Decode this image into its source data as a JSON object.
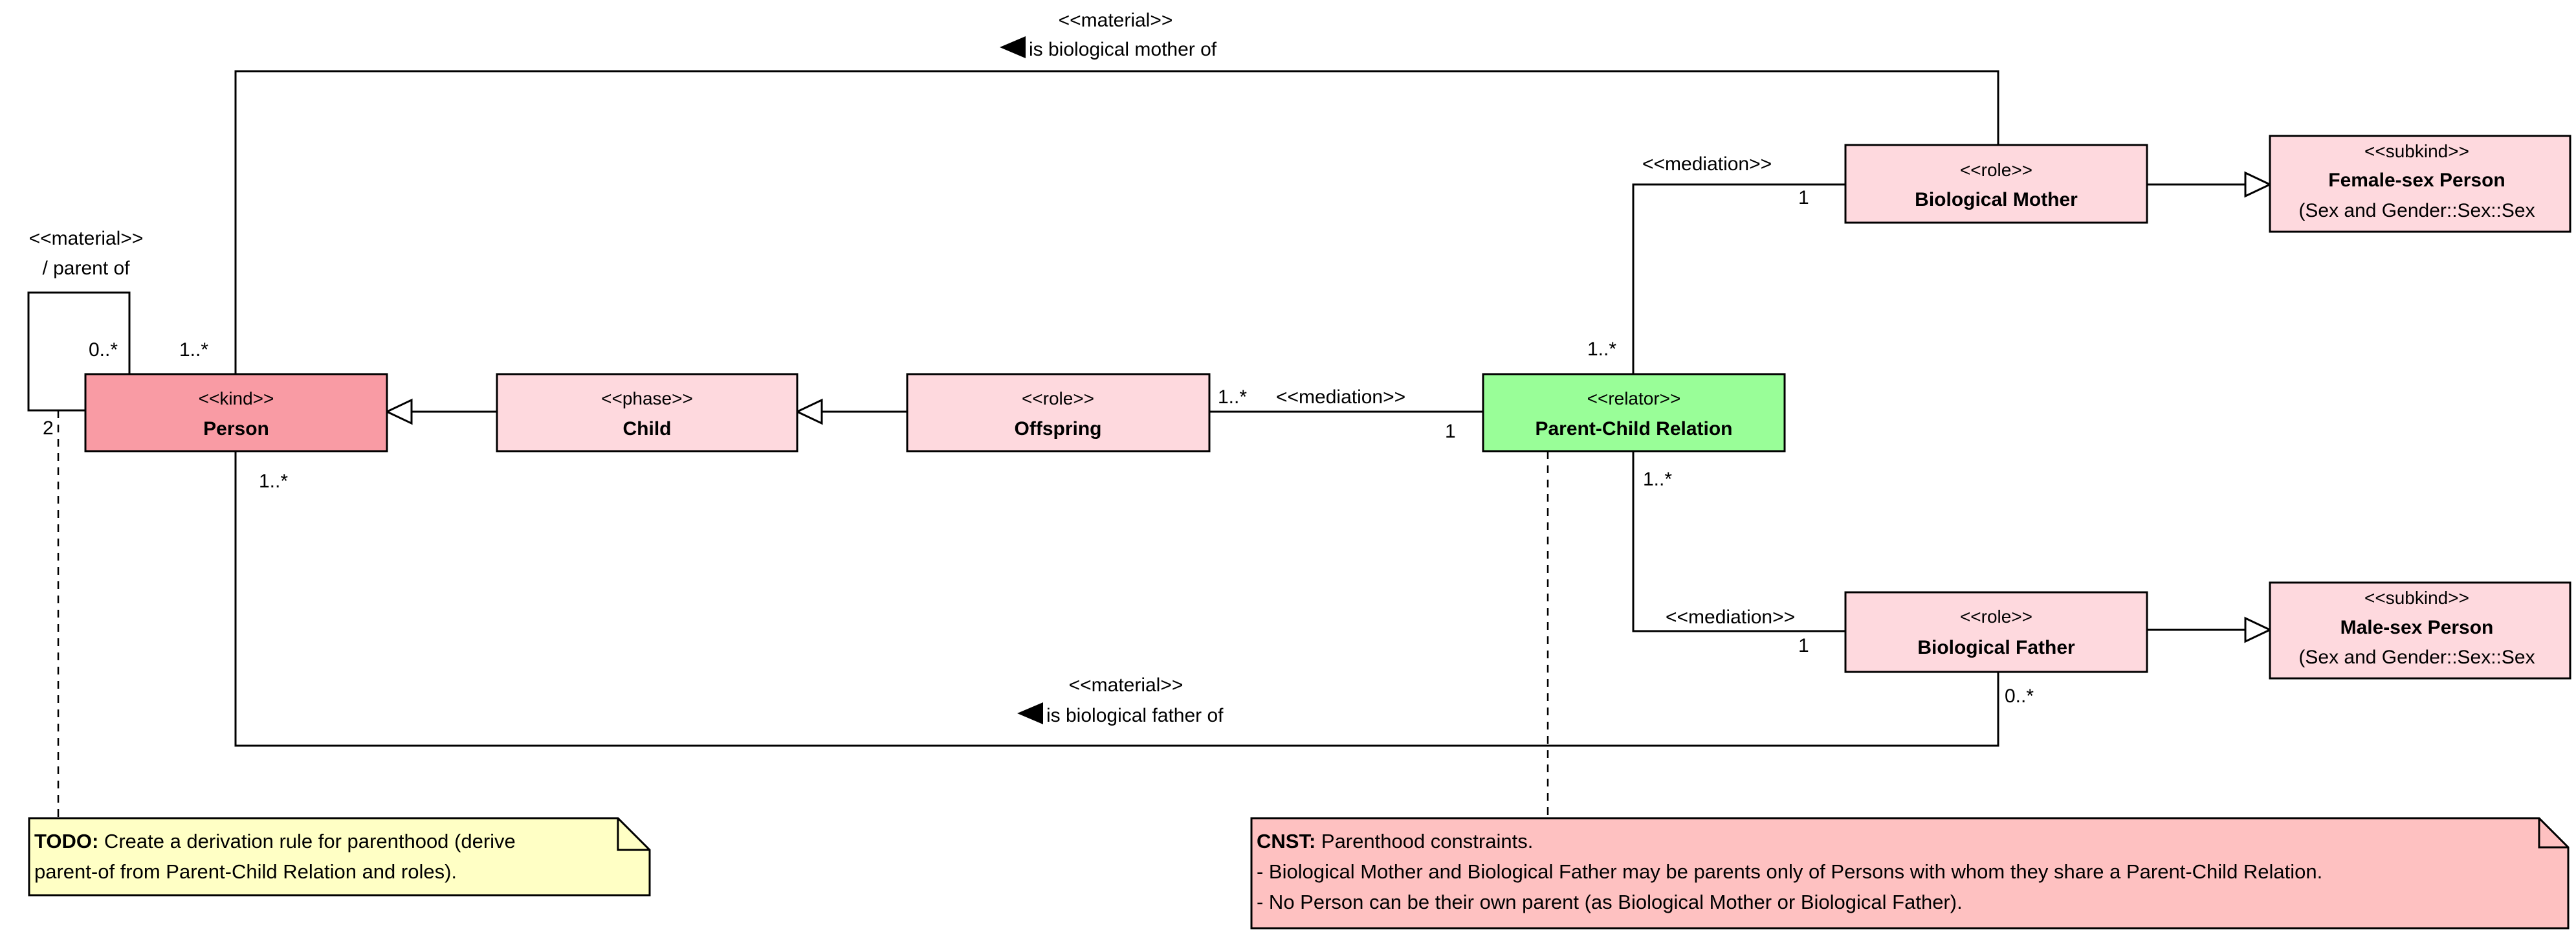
{
  "classes": {
    "person": {
      "stereotype": "<<kind>>",
      "name": "Person",
      "fill": "#f99ba4"
    },
    "child": {
      "stereotype": "<<phase>>",
      "name": "Child",
      "fill": "#fed9de"
    },
    "offspring": {
      "stereotype": "<<role>>",
      "name": "Offspring",
      "fill": "#fed9de"
    },
    "relator": {
      "stereotype": "<<relator>>",
      "name": "Parent-Child Relation",
      "fill": "#99fe98"
    },
    "bio_mother": {
      "stereotype": "<<role>>",
      "name": "Biological Mother",
      "fill": "#fed9de"
    },
    "bio_father": {
      "stereotype": "<<role>>",
      "name": "Biological Father",
      "fill": "#fed9de"
    },
    "female": {
      "stereotype": "<<subkind>>",
      "name": "Female-sex Person",
      "subtitle": "(Sex and Gender::Sex::Sex",
      "fill": "#fed9de"
    },
    "male": {
      "stereotype": "<<subkind>>",
      "name": "Male-sex Person",
      "subtitle": "(Sex and Gender::Sex::Sex",
      "fill": "#fed9de"
    }
  },
  "associations": {
    "mother_of": {
      "stereotype": "<<material>>",
      "name": "is biological mother of"
    },
    "father_of": {
      "stereotype": "<<material>>",
      "name": "is biological father of"
    },
    "parent_of": {
      "stereotype": "<<material>>",
      "name": "/ parent of"
    },
    "mediation_mother": {
      "stereotype": "<<mediation>>"
    },
    "mediation_father": {
      "stereotype": "<<mediation>>"
    },
    "mediation_offspring": {
      "stereotype": "<<mediation>>"
    }
  },
  "multiplicities": {
    "self_top": "0..*",
    "self_bottom": "2",
    "person_top": "1..*",
    "person_bottom": "1..*",
    "offspring_right": "1..*",
    "relator_left": "1",
    "relator_top": "1..*",
    "relator_bottom": "1..*",
    "mother_left": "1",
    "father_left": "1",
    "father_bottom": "0..*"
  },
  "notes": {
    "todo": {
      "tag": "TODO:",
      "line1": " Create a derivation rule for parenthood (derive",
      "line2": "parent-of from Parent-Child Relation and roles).",
      "fill": "#ffffc5"
    },
    "cnst": {
      "tag": "CNST:",
      "line1": " Parenthood constraints.",
      "line2": "- Biological Mother and Biological Father may be parents only of Persons with whom they share a Parent-Child Relation.",
      "line3": "- No Person can be their own parent (as Biological Mother or Biological Father).",
      "fill": "#fec1c1"
    }
  }
}
